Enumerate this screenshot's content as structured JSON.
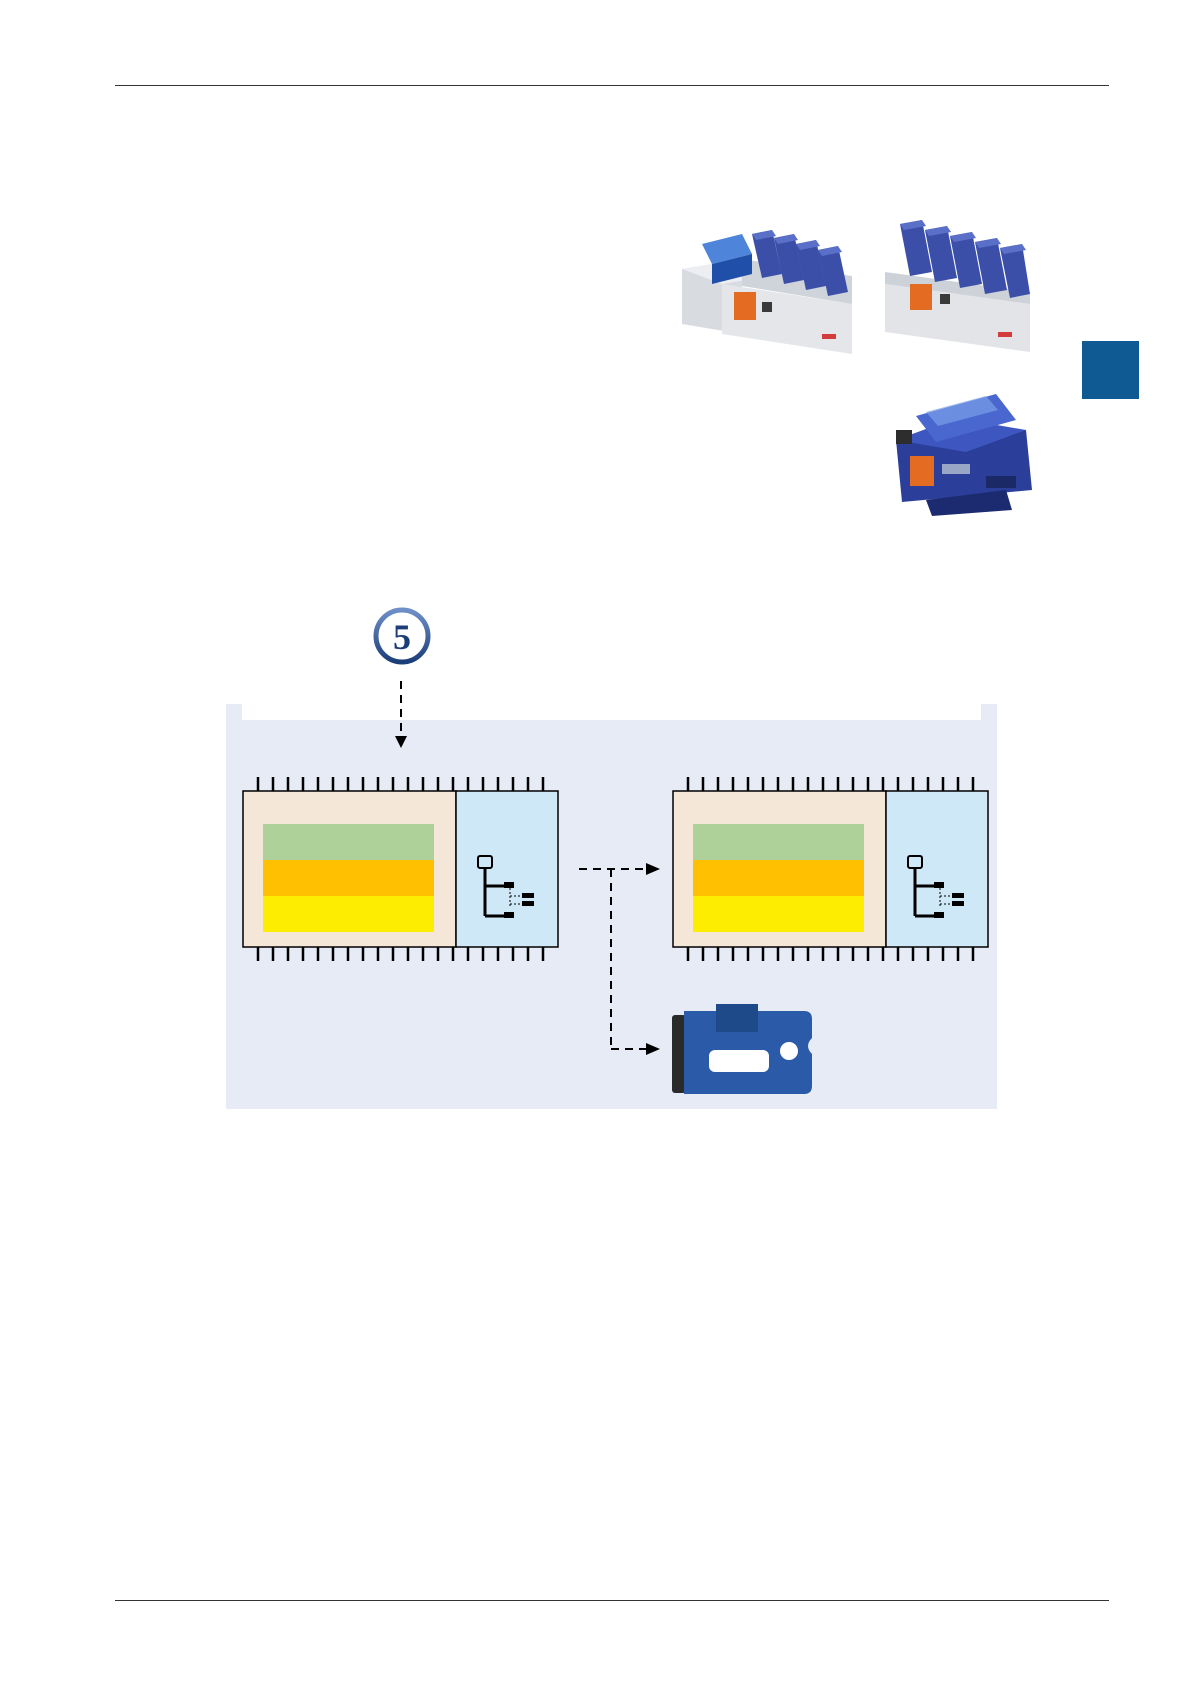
{
  "page": {
    "side_tab_color": "#0f5a93"
  },
  "figure": {
    "step_number": "5",
    "devices": [
      "device-photo",
      "device-photo",
      "device-photo"
    ],
    "colors": {
      "panel_bg": "#e6ebf6",
      "chip_left_bg": "#f5e7d8",
      "chip_right_bg": "#cfe8f8",
      "band_green": "#aed19a",
      "band_orange": "#fec000",
      "band_yellow": "#fded00",
      "card_blue": "#2a5aa8",
      "card_dark": "#1e4a8a",
      "icon_blue": "#1c3e78"
    }
  }
}
